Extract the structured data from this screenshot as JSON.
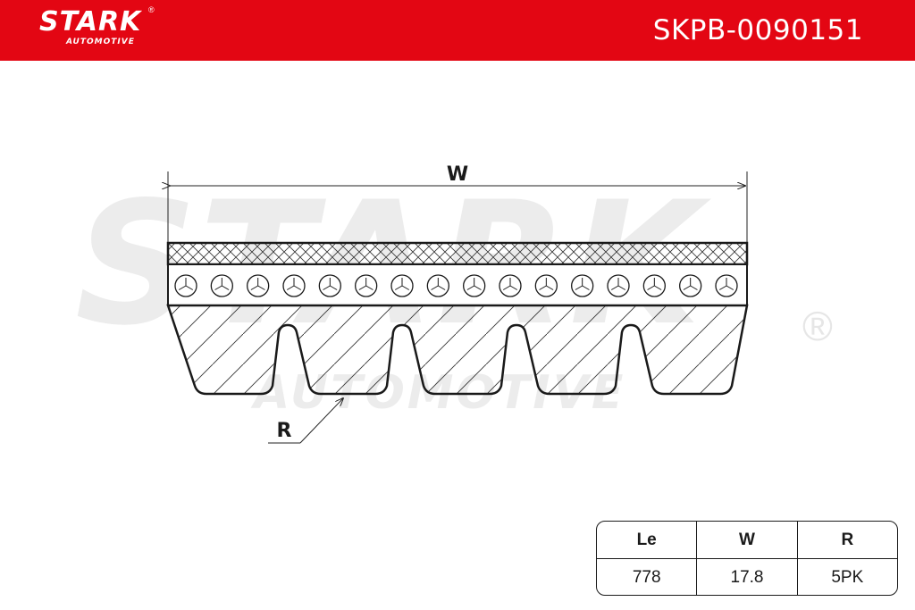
{
  "header": {
    "brand": "STARK",
    "brand_sub": "AUTOMOTIVE",
    "registered_mark": "®",
    "part_number": "SKPB-0090151",
    "background_color": "#e30613"
  },
  "watermark": {
    "brand": "STARK",
    "brand_sub": "AUTOMOTIVE",
    "registered_mark": "®"
  },
  "diagram": {
    "width_label": "W",
    "radius_label": "R",
    "rib_count": 5,
    "cord_count": 16
  },
  "spec_table": {
    "headers": [
      "Le",
      "W",
      "R"
    ],
    "values": [
      "778",
      "17.8",
      "5PK"
    ]
  }
}
